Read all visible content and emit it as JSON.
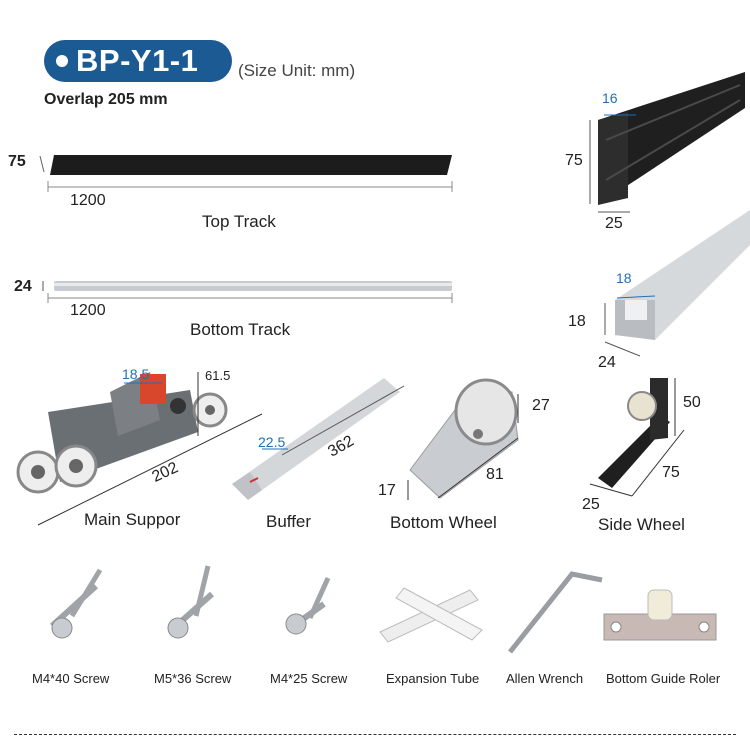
{
  "header": {
    "model": "BP-Y1-1",
    "size_unit": "(Size Unit: mm)",
    "overlap": "Overlap 205 mm"
  },
  "top_track": {
    "height": "75",
    "length": "1200",
    "label": "Top Track",
    "profile_width": "25",
    "profile_height": "75",
    "profile_inner": "16"
  },
  "bottom_track": {
    "height": "24",
    "length": "1200",
    "label": "Bottom Track",
    "profile_width": "24",
    "profile_height": "18",
    "profile_inner": "18"
  },
  "main_support": {
    "label": "Main Suppor",
    "length": "202",
    "height": "61.5",
    "offset": "18.5"
  },
  "buffer": {
    "label": "Buffer",
    "length": "362",
    "width": "22.5"
  },
  "bottom_wheel": {
    "label": "Bottom Wheel",
    "length": "81",
    "height": "27",
    "width": "17"
  },
  "side_wheel": {
    "label": "Side Wheel",
    "height": "50",
    "length": "75",
    "width": "25"
  },
  "accessories": [
    {
      "label": "M4*40 Screw"
    },
    {
      "label": "M5*36 Screw"
    },
    {
      "label": "M4*25 Screw"
    },
    {
      "label": "Expansion Tube"
    },
    {
      "label": "Allen Wrench"
    },
    {
      "label": "Bottom Guide Roler"
    }
  ],
  "colors": {
    "pill": "#1b5a93",
    "dimension_accent": "#1f6fb7",
    "dark_track": "#1c1c1c",
    "silver_track": "#c8ccd0"
  }
}
